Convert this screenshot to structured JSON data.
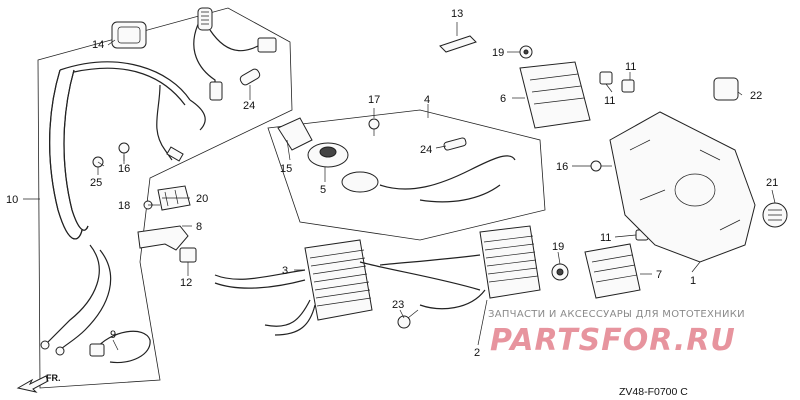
{
  "callouts": {
    "c1": "1",
    "c2": "2",
    "c3": "3",
    "c4": "4",
    "c5": "5",
    "c6": "6",
    "c7": "7",
    "c8": "8",
    "c9": "9",
    "c10": "10",
    "c11a": "11",
    "c11b": "11",
    "c11c": "11",
    "c12": "12",
    "c13": "13",
    "c14": "14",
    "c15": "15",
    "c16a": "16",
    "c16b": "16",
    "c17": "17",
    "c18": "18",
    "c19a": "19",
    "c19b": "19",
    "c20": "20",
    "c21": "21",
    "c22": "22",
    "c23": "23",
    "c24a": "24",
    "c24b": "24",
    "c25": "25"
  },
  "watermark": {
    "tagline": "ЗАПЧАСТИ И АКСЕССУАРЫ ДЛЯ МОТОТЕХНИКИ",
    "brand": "PARTSFOR.RU"
  },
  "front_marker": "FR.",
  "diagram_code": "ZV48-F0700 C"
}
